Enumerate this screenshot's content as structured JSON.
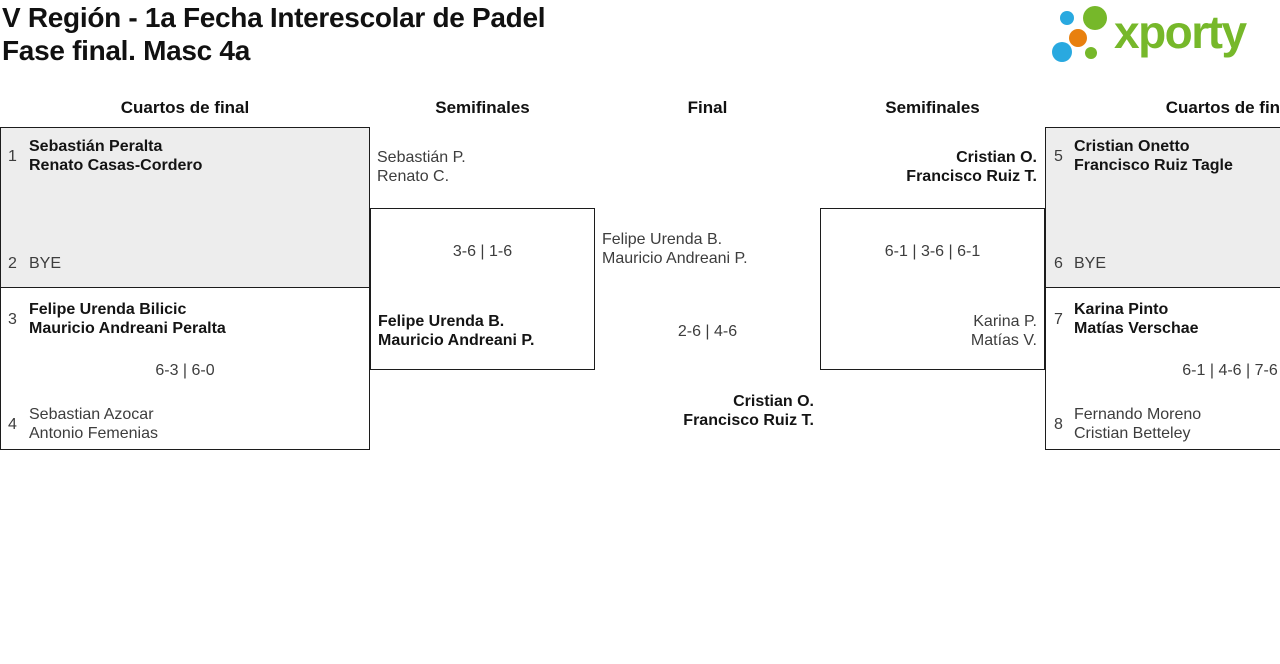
{
  "header": {
    "title_line1": "V Región - 1a Fecha Interescolar de Padel",
    "title_line2": "Fase final. Masc 4a",
    "logo_text": "xporty"
  },
  "round_headers": [
    "Cuartos de final",
    "Semifinales",
    "Final",
    "Semifinales",
    "Cuartos de final"
  ],
  "colors": {
    "logo_green": "#76b82a",
    "logo_blue": "#29a9e0",
    "logo_orange": "#e8800e",
    "bye_match_bg": "#ededed",
    "box_border": "#1c1c1c"
  },
  "matches": {
    "qf1": {
      "seed_a": "1",
      "team_a": [
        "Sebastián Peralta",
        "Renato Casas-Cordero"
      ],
      "seed_b": "2",
      "team_b": [
        "BYE"
      ]
    },
    "qf2": {
      "seed_a": "3",
      "team_a": [
        "Felipe Urenda Bilicic",
        "Mauricio Andreani Peralta"
      ],
      "score": "6-3 | 6-0",
      "seed_b": "4",
      "team_b": [
        "Sebastian Azocar",
        "Antonio Femenias"
      ]
    },
    "sf1": {
      "team_a": [
        "Sebastián P.",
        "Renato C."
      ],
      "score": "3-6 | 1-6",
      "team_b": [
        "Felipe Urenda B.",
        "Mauricio Andreani P."
      ]
    },
    "final": {
      "team_a": [
        "Felipe Urenda B.",
        "Mauricio Andreani P."
      ],
      "score": "2-6 | 4-6",
      "team_b": [
        "Cristian O.",
        "Francisco Ruiz T."
      ]
    },
    "sf2": {
      "team_a": [
        "Cristian O.",
        "Francisco Ruiz T."
      ],
      "score": "6-1 | 3-6 | 6-1",
      "team_b": [
        "Karina P.",
        "Matías V."
      ]
    },
    "qf3": {
      "seed_a": "5",
      "team_a": [
        "Cristian Onetto",
        "Francisco Ruiz Tagle"
      ],
      "seed_b": "6",
      "team_b": [
        "BYE"
      ]
    },
    "qf4": {
      "seed_a": "7",
      "team_a": [
        "Karina Pinto",
        "Matías Verschae"
      ],
      "score": "6-1 | 4-6 | 7-6",
      "seed_b": "8",
      "team_b": [
        "Fernando Moreno",
        "Cristian Betteley"
      ]
    }
  }
}
